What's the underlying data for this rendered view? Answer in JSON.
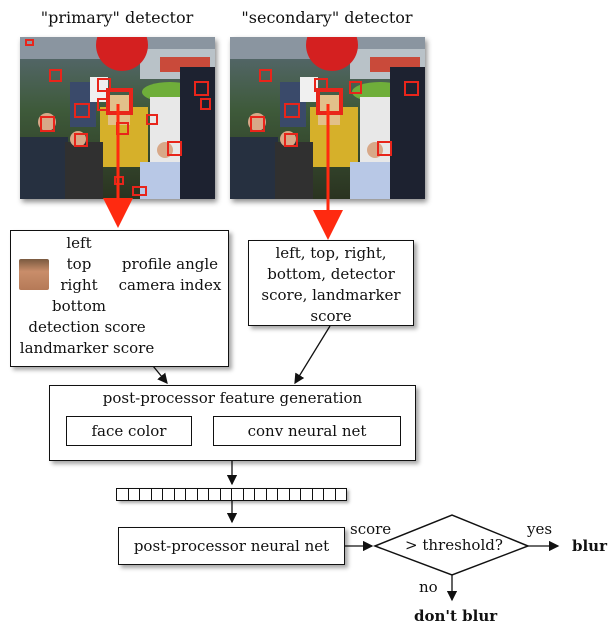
{
  "primary_title": "\"primary\" detector",
  "secondary_title": "\"secondary\" detector",
  "primary_box": {
    "col1": [
      "left",
      "top",
      "right",
      "bottom"
    ],
    "col2": [
      "profile angle",
      "camera index"
    ],
    "bottom_lines": [
      "detection score",
      "landmarker score"
    ]
  },
  "secondary_box": {
    "lines": [
      "left, top, right,",
      "bottom, detector",
      "score, landmarker",
      "score"
    ]
  },
  "feature_gen": {
    "title": "post-processor feature generation",
    "face_color": "face color",
    "conv_net": "conv neural net"
  },
  "feature_vector_cells": 20,
  "nn_box": "post-processor neural net",
  "score_label": "score",
  "decision": "> threshold?",
  "yes_label": "yes",
  "blur_label": "blur",
  "no_label": "no",
  "dont_blur_label": "don't blur",
  "colors": {
    "detection_box": "#e8251b",
    "arrow": "#ff2a10",
    "line": "#111111"
  }
}
